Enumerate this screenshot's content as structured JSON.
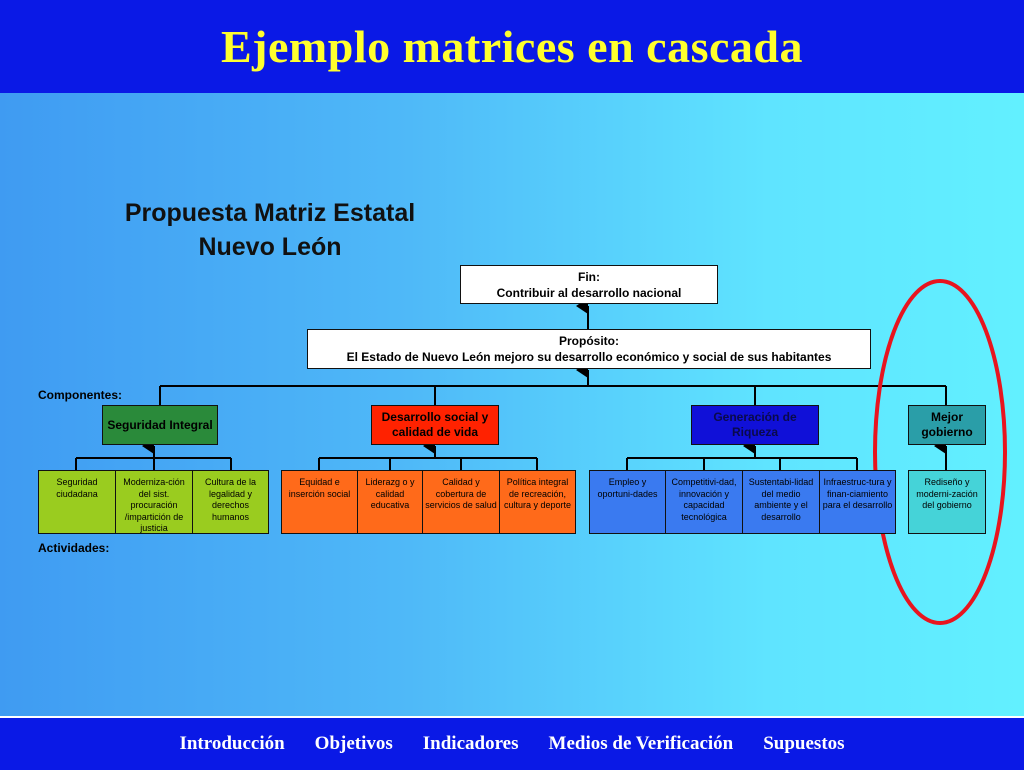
{
  "header": {
    "title": "Ejemplo matrices en cascada"
  },
  "subtitle": {
    "line1": "Propuesta Matriz Estatal",
    "line2": "Nuevo León"
  },
  "fin": {
    "label": "Fin:",
    "text": "Contribuir al desarrollo nacional"
  },
  "proposito": {
    "label": "Propósito:",
    "text": "El Estado de Nuevo León mejoro su desarrollo  económico y social de sus habitantes"
  },
  "labels": {
    "componentes": "Componentes:",
    "actividades": "Actividades:"
  },
  "components": [
    {
      "name": "Seguridad Integral",
      "color": "#2a8a3a"
    },
    {
      "name": "Desarrollo social y calidad de vida",
      "color": "#ff2200"
    },
    {
      "name": "Generación de Riqueza",
      "color": "#1010d8"
    },
    {
      "name": "Mejor gobierno",
      "color": "#2a9ea8"
    }
  ],
  "activities": {
    "seguridad": [
      "Seguridad ciudadana",
      "Moderniza-ción del sist. procuración /impartición de justicia",
      "Cultura de la legalidad y derechos humanos"
    ],
    "desarrollo": [
      "Equidad e inserción social",
      "Liderazg o y calidad educativa",
      "Calidad y cobertura de servicios de salud",
      "Política integral de recreación, cultura y deporte"
    ],
    "riqueza": [
      "Empleo y oportuni-dades",
      "Competitivi-dad, innovación y capacidad tecnológica",
      "Sustentabi-lidad del medio ambiente y el desarrollo",
      "Infraestruc-tura y finan-ciamiento para el desarrollo"
    ],
    "gobierno": [
      "Rediseño y moderni-zación del gobierno"
    ]
  },
  "footer": {
    "nav": [
      "Introducción",
      "Objetivos",
      "Indicadores",
      "Medios de Verificación",
      "Supuestos"
    ]
  },
  "colors": {
    "header": "#0a19e6",
    "title": "#ffff2e",
    "highlight_ellipse": "#e8141e"
  }
}
